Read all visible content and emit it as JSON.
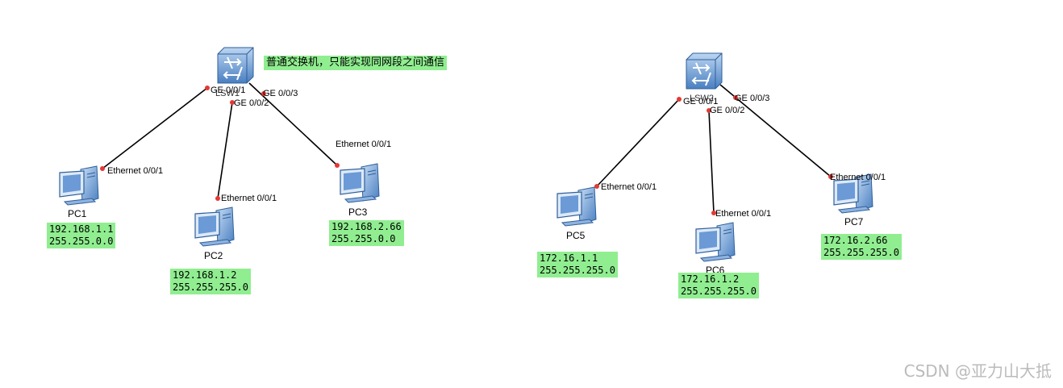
{
  "annotation": "普通交换机，只能实现同网段之间通信",
  "watermark": "CSDN @亚力山大抵",
  "switches": [
    {
      "name": "LSW1"
    },
    {
      "name": "LSW2"
    }
  ],
  "pcs": [
    {
      "name": "PC1",
      "ip": "192.168.1.1",
      "mask": "255.255.0.0",
      "port": "Ethernet 0/0/1"
    },
    {
      "name": "PC2",
      "ip": "192.168.1.2",
      "mask": "255.255.255.0",
      "port": "Ethernet 0/0/1"
    },
    {
      "name": "PC3",
      "ip": "192.168.2.66",
      "mask": "255.255.0.0",
      "port": "Ethernet 0/0/1"
    },
    {
      "name": "PC5",
      "ip": "172.16.1.1",
      "mask": "255.255.255.0",
      "port": "Ethernet 0/0/1"
    },
    {
      "name": "PC6",
      "ip": "172.16.1.2",
      "mask": "255.255.255.0",
      "port": "Ethernet 0/0/1"
    },
    {
      "name": "PC7",
      "ip": "172.16.2.66",
      "mask": "255.255.255.0",
      "port": "Ethernet 0/0/1"
    }
  ],
  "switch_ports": [
    "GE 0/0/1",
    "GE 0/0/2",
    "GE 0/0/3",
    "GE 0/0/1",
    "GE 0/0/2",
    "GE 0/0/3"
  ],
  "colors": {
    "label_bg": "#90ee90",
    "link": "#000000",
    "port_dot": "#e53935",
    "device": "#4a7fc1"
  }
}
